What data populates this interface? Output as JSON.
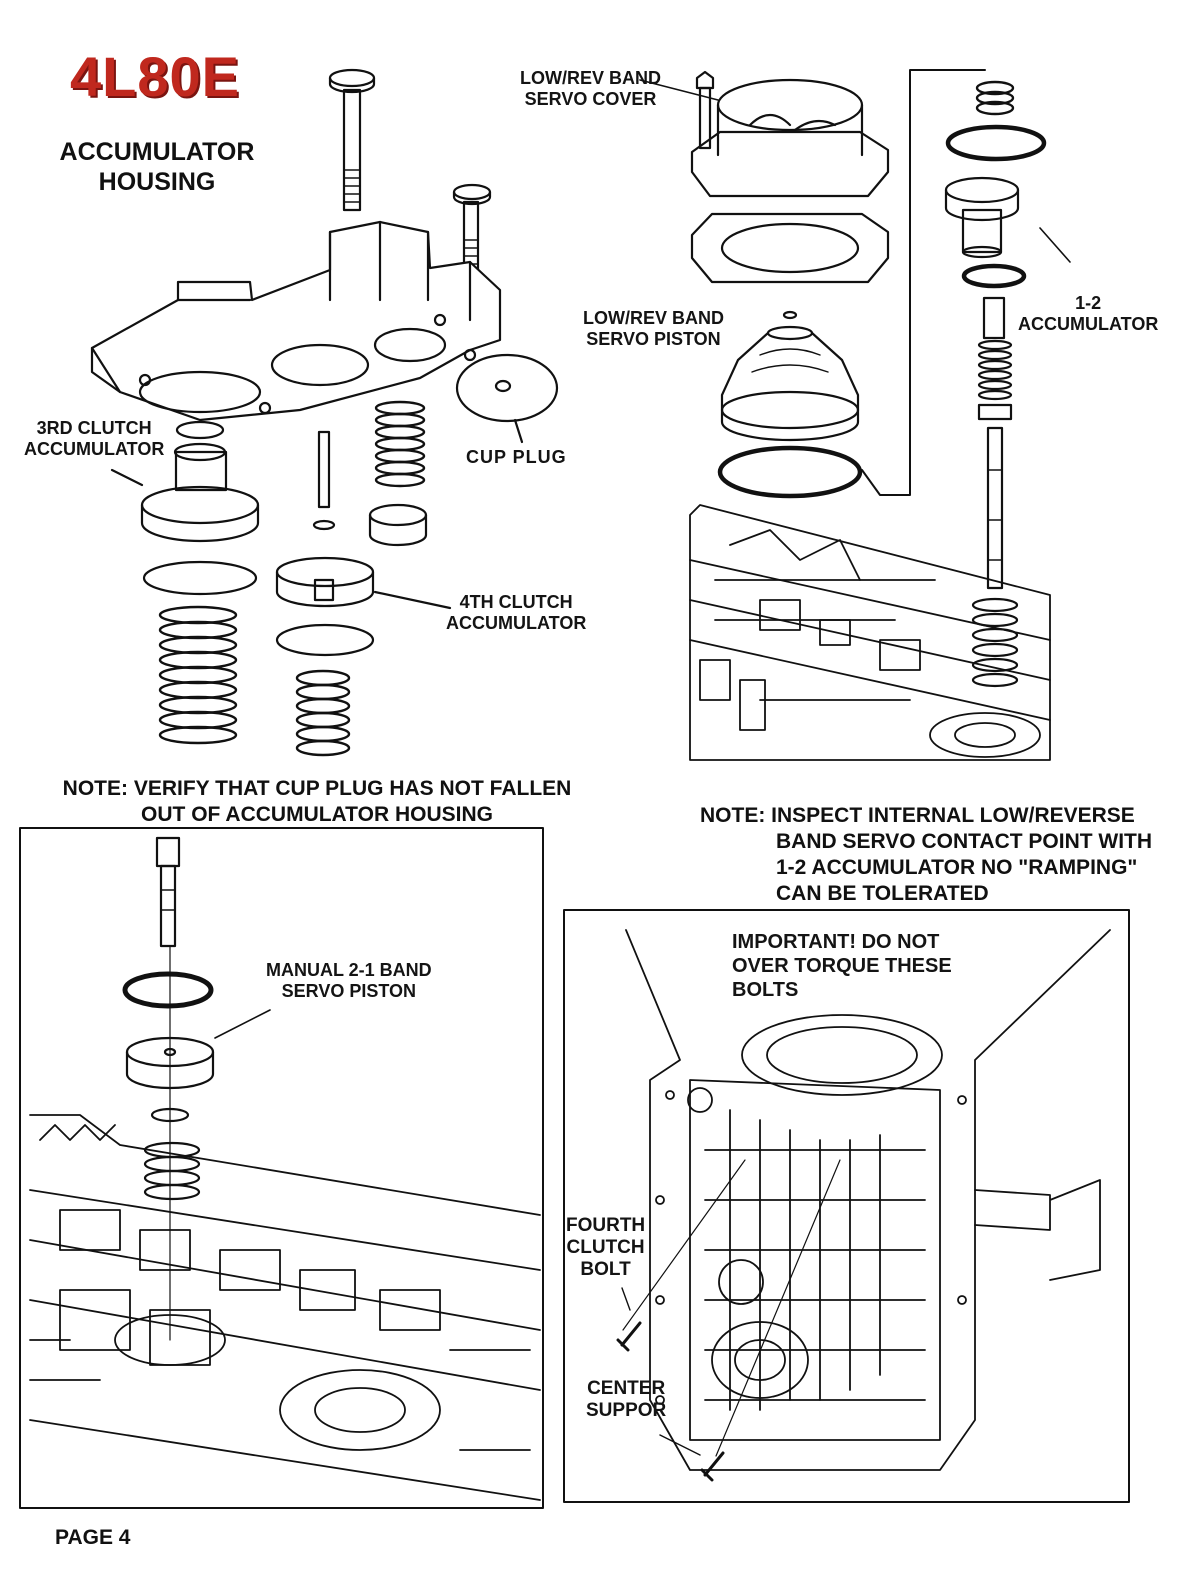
{
  "title": "4L80E",
  "section_heading": [
    "ACCUMULATOR",
    "HOUSING"
  ],
  "labels": {
    "low_rev_servo_cover": [
      "LOW/REV BAND",
      "SERVO COVER"
    ],
    "low_rev_servo_piston": [
      "LOW/REV BAND",
      "SERVO PISTON"
    ],
    "one_two_accumulator": [
      "1-2",
      "ACCUMULATOR"
    ],
    "third_clutch_accumulator": [
      "3RD CLUTCH",
      "ACCUMULATOR"
    ],
    "cup_plug": "CUP PLUG",
    "fourth_clutch_accumulator": [
      "4TH CLUTCH",
      "ACCUMULATOR"
    ],
    "manual_21_band_servo_piston": [
      "MANUAL 2-1 BAND",
      "SERVO PISTON"
    ],
    "important_bolts": [
      "IMPORTANT! DO NOT",
      "OVER TORQUE THESE",
      "BOLTS"
    ],
    "fourth_clutch_bolt": [
      "FOURTH",
      "CLUTCH",
      "BOLT"
    ],
    "center_support": [
      "CENTER",
      "SUPPOR"
    ]
  },
  "notes": {
    "cup_plug_note": [
      "NOTE:  VERIFY THAT CUP PLUG HAS NOT FALLEN",
      "OUT OF ACCUMULATOR HOUSING"
    ],
    "servo_note": [
      "NOTE:  INSPECT INTERNAL LOW/REVERSE",
      "BAND SERVO CONTACT POINT WITH",
      "1-2 ACCUMULATOR NO \"RAMPING\"",
      "CAN BE TOLERATED"
    ]
  },
  "footer": "PAGE 4"
}
